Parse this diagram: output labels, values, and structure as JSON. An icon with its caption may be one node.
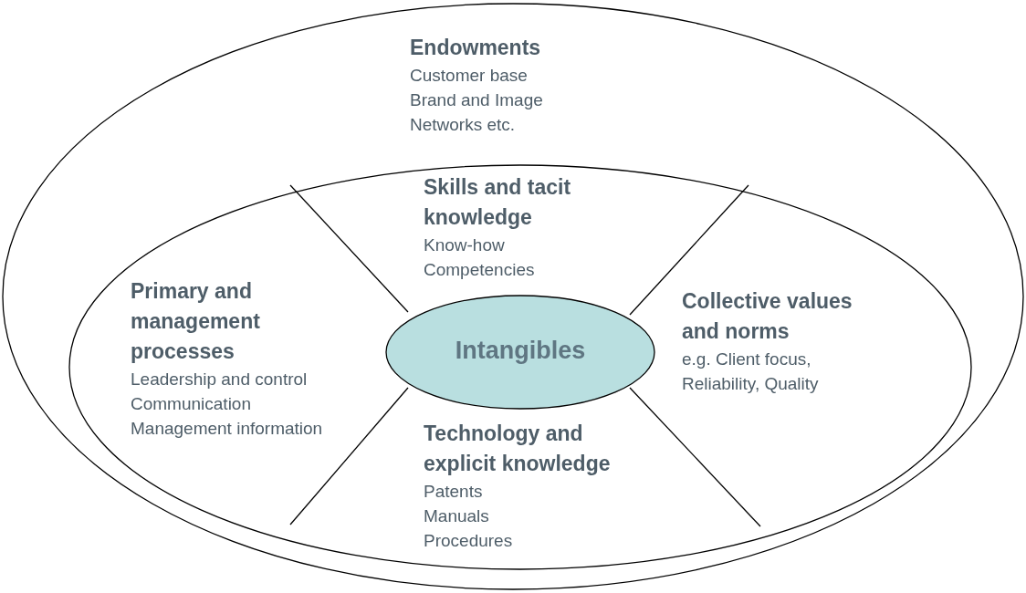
{
  "diagram": {
    "nodes": [
      {
        "text": [
          "Endowments",
          "Customer base",
          "Brand and Image",
          "Networks etc."
        ]
      },
      {
        "text": [],
        "shape": "ellipse",
        "in": 0
      },
      {
        "text": [
          "Skills and tacit knowledge",
          "Know-how",
          "Competencies"
        ],
        "in": 1
      },
      {
        "text": [
          "Primary and management processes",
          "Leadership and control",
          "Communication",
          "Management information"
        ],
        "in": 1
      },
      {
        "text": [
          "Intangibles"
        ],
        "in": 1
      },
      {
        "text": [
          "Collective values and norms",
          "e.g. Client focus, Reliability, Quality"
        ],
        "in": 1
      },
      {
        "text": [
          "Technology and explicit knowledge",
          "Patents",
          "Manuals",
          "Procedures"
        ],
        "in": 1
      }
    ],
    "edges": []
  }
}
